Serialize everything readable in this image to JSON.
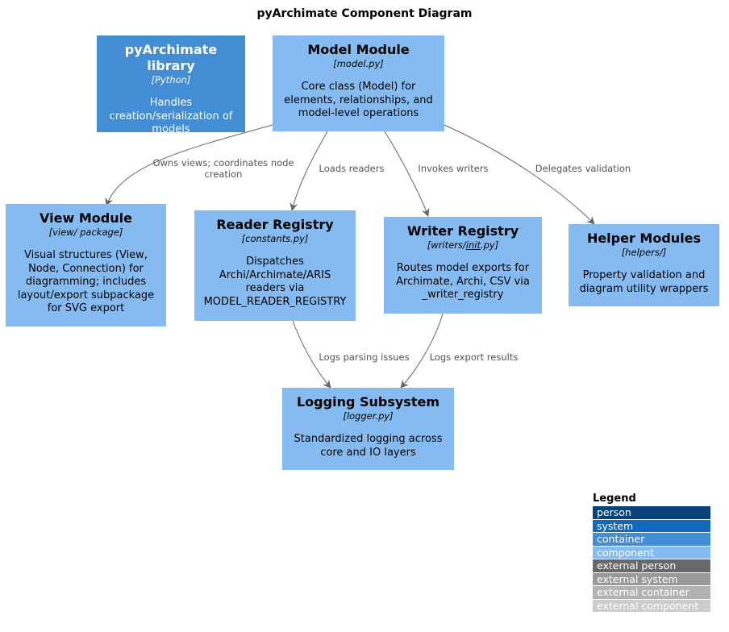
{
  "title": "pyArchimate Component Diagram",
  "nodes": {
    "library": {
      "name": "pyArchimate library",
      "tech": "[Python]",
      "desc": "Handles\ncreation/serialization of\nmodels"
    },
    "model": {
      "name": "Model Module",
      "tech": "[model.py]",
      "desc": "Core class (Model) for\nelements, relationships, and\nmodel-level operations"
    },
    "view": {
      "name": "View Module",
      "tech": "[view/ package]",
      "desc": "Visual structures (View,\nNode, Connection) for\ndiagramming; includes\nlayout/export subpackage\nfor SVG export"
    },
    "reader": {
      "name": "Reader Registry",
      "tech": "[constants.py]",
      "desc": "Dispatches\nArchi/Archimate/ARIS\nreaders via\nMODEL_READER_REGISTRY"
    },
    "writer": {
      "name": "Writer Registry",
      "tech_prefix": "[writers/",
      "tech_link": "init",
      "tech_suffix": ".py]",
      "desc": "Routes model exports for\nArchimate, Archi, CSV via\n_writer_registry"
    },
    "helper": {
      "name": "Helper Modules",
      "tech": "[helpers/]",
      "desc": "Property validation and\ndiagram utility wrappers"
    },
    "logging": {
      "name": "Logging Subsystem",
      "tech": "[logger.py]",
      "desc": "Standardized logging across\ncore and IO layers"
    }
  },
  "edges": {
    "owns_views": "Owns views; coordinates node\ncreation",
    "loads_readers": "Loads readers",
    "invokes_writers": "Invokes writers",
    "delegates_validation": "Delegates validation",
    "logs_parsing": "Logs parsing issues",
    "logs_export": "Logs export results"
  },
  "legend": {
    "title": "Legend",
    "items": [
      {
        "label": "person",
        "color": "#08427b",
        "text_color": "#ffffff"
      },
      {
        "label": "system",
        "color": "#1168bd",
        "text_color": "#ffffff"
      },
      {
        "label": "container",
        "color": "#438dd5",
        "text_color": "#ffffff"
      },
      {
        "label": "component",
        "color": "#85bbf0",
        "text_color": "#ffffff"
      },
      {
        "label": "external person",
        "color": "#686868",
        "text_color": "#ffffff"
      },
      {
        "label": "external system",
        "color": "#999999",
        "text_color": "#ffffff"
      },
      {
        "label": "external container",
        "color": "#b3b3b3",
        "text_color": "#ffffff"
      },
      {
        "label": "external component",
        "color": "#cccccc",
        "text_color": "#ffffff"
      }
    ]
  }
}
